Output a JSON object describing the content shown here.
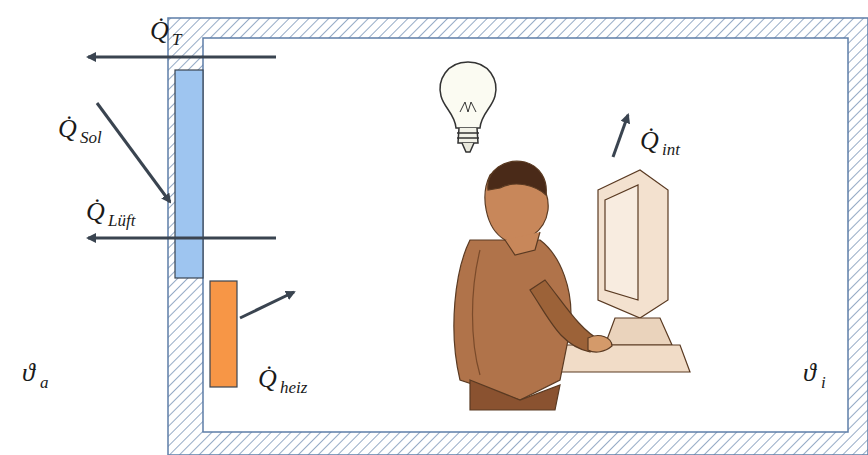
{
  "diagram": {
    "labels": [
      "Q̇",
      "T",
      "Q̇",
      "Sol",
      "Q̇",
      "Lüft",
      "Q̇",
      "int",
      "Q̇",
      "heiz",
      "ϑ",
      "a",
      "ϑ",
      "i"
    ]
  }
}
